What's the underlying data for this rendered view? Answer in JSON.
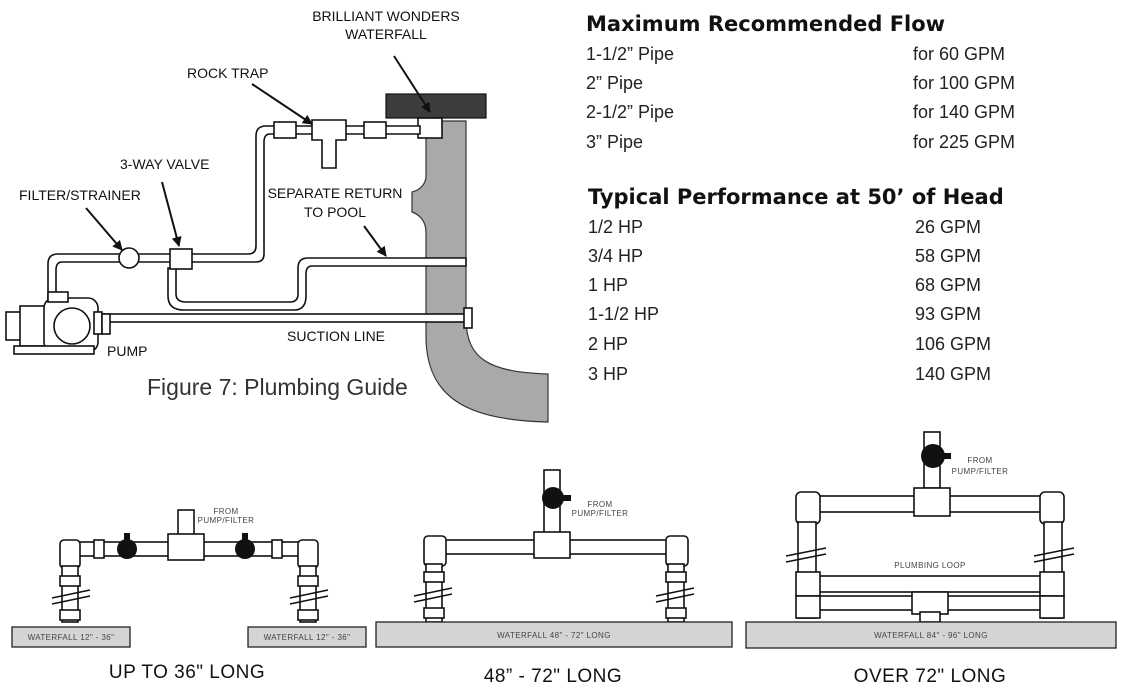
{
  "figure": {
    "caption": "Figure 7: Plumbing Guide",
    "labels": {
      "waterfall_line1": "BRILLIANT WONDERS",
      "waterfall_line2": "WATERFALL",
      "rock_trap": "ROCK TRAP",
      "three_way_valve": "3-WAY VALVE",
      "filter_strainer": "FILTER/STRAINER",
      "separate_return_line1": "SEPARATE RETURN",
      "separate_return_line2": "TO POOL",
      "suction_line": "SUCTION LINE",
      "pump": "PUMP"
    }
  },
  "max_flow": {
    "heading": "Maximum Recommended Flow",
    "rows": [
      {
        "pipe": "1-1/2” Pipe",
        "flow": "for 60 GPM"
      },
      {
        "pipe": "2” Pipe",
        "flow": "for 100 GPM"
      },
      {
        "pipe": "2-1/2” Pipe",
        "flow": "for 140 GPM"
      },
      {
        "pipe": "3” Pipe",
        "flow": "for 225 GPM"
      }
    ]
  },
  "performance": {
    "heading": "Typical Performance at 50’ of Head",
    "rows": [
      {
        "hp": "1/2 HP",
        "gpm": "26 GPM"
      },
      {
        "hp": "3/4 HP",
        "gpm": "58 GPM"
      },
      {
        "hp": "1 HP",
        "gpm": "68 GPM"
      },
      {
        "hp": "1-1/2 HP",
        "gpm": "93 GPM"
      },
      {
        "hp": "2 HP",
        "gpm": "106 GPM"
      },
      {
        "hp": "3 HP",
        "gpm": "140 GPM"
      }
    ]
  },
  "layouts": {
    "short": {
      "title": "UP TO 36\" LONG",
      "from_line1": "FROM",
      "from_line2": "PUMP/FILTER",
      "base_left": "WATERFALL 12\" - 36\"",
      "base_right": "WATERFALL 12\" - 36\""
    },
    "medium": {
      "title": "48” - 72\" LONG",
      "from_line1": "FROM",
      "from_line2": "PUMP/FILTER",
      "base": "WATERFALL 48\" - 72\" LONG"
    },
    "long": {
      "title": "OVER 72\" LONG",
      "from_line1": "FROM",
      "from_line2": "PUMP/FILTER",
      "loop": "PLUMBING LOOP",
      "base": "WATERFALL 84\" - 96\" LONG"
    }
  }
}
